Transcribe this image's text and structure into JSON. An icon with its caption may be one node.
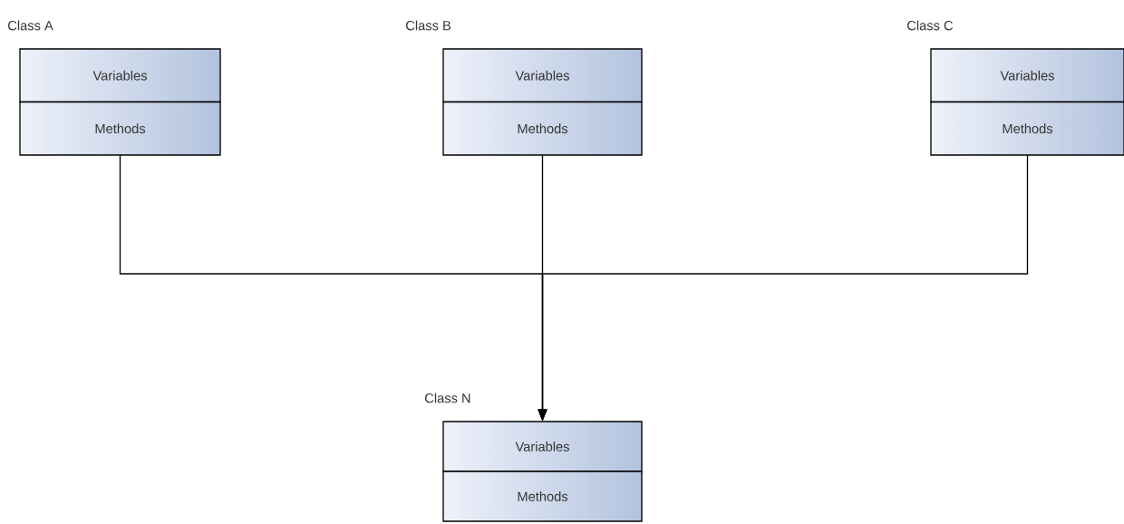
{
  "diagram": {
    "nodes": [
      {
        "text": [
          "Class A",
          "Variables",
          "Methods"
        ]
      },
      {
        "text": [
          "Class B",
          "Variables",
          "Methods"
        ]
      },
      {
        "text": [
          "Class C",
          "Variables",
          "Methods"
        ]
      },
      {
        "text": [
          "Class N",
          "Variables",
          "Methods"
        ]
      }
    ],
    "edges": [
      {
        "from": 0,
        "to": 3,
        "arrow": "to"
      },
      {
        "from": 1,
        "to": 3,
        "arrow": "to"
      },
      {
        "from": 2,
        "to": 3,
        "arrow": "to"
      }
    ]
  }
}
